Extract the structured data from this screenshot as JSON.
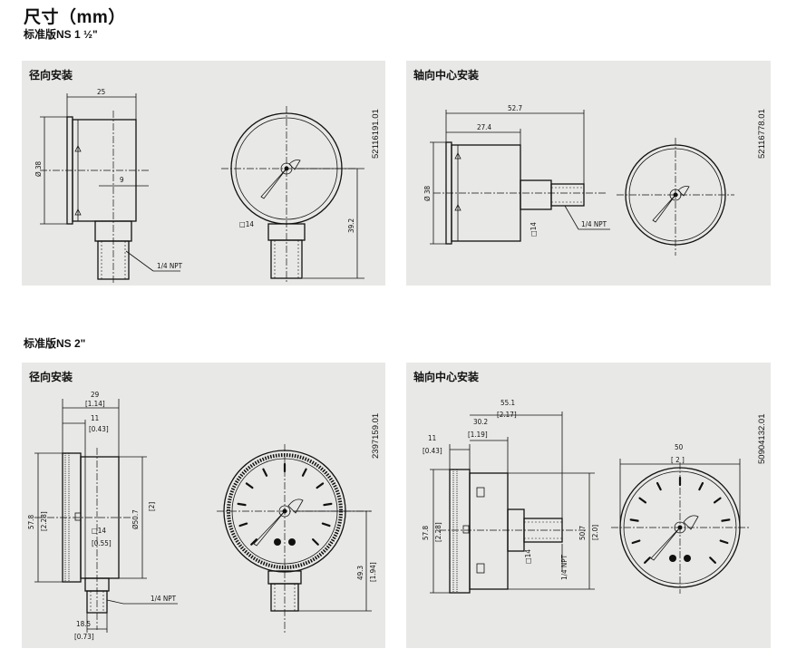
{
  "page": {
    "title": "尺寸（mm）",
    "subtitle1": "标准版NS 1 ½\"",
    "subtitle2": "标准版NS 2\""
  },
  "panels": {
    "p1": {
      "heading": "径向安装",
      "code": "52116191.01",
      "dims": {
        "width": "25",
        "dia": "Ø 38",
        "depth": "9",
        "square": "□14",
        "height": "39.2",
        "thread": "1/4 NPT"
      }
    },
    "p2": {
      "heading": "轴向中心安装",
      "code": "52116778.01",
      "dims": {
        "length": "52.7",
        "depth": "27.4",
        "dia": "Ø 38",
        "square": "□14",
        "thread": "1/4 NPT"
      }
    },
    "p3": {
      "heading": "径向安装",
      "code": "2397159.01",
      "dims": {
        "w29": "29",
        "w29in": "[1.14]",
        "w11": "11",
        "w11in": "[0.43]",
        "d578": "57.8",
        "d578in": "[2.28]",
        "d507": "Ø50.7",
        "d507in": "[2]",
        "sq14": "□14",
        "sq14in": "[0.55]",
        "h493": "49.3",
        "h493in": "[1.94]",
        "thread": "1/4 NPT",
        "w185": "18.5",
        "w185in": "[0.73]"
      }
    },
    "p4": {
      "heading": "轴向中心安装",
      "code": "50904132.01",
      "dims": {
        "w11": "11",
        "w11in": "[0.43]",
        "w302": "30.2",
        "w302in": "[1.19]",
        "w551": "55.1",
        "w551in": "[2.17]",
        "d578": "57.8",
        "d578in": "[2.28]",
        "sq14": "□14",
        "thread": "1/4 NPT",
        "d507": "50.7",
        "d507in": "[2.0]",
        "w50": "50",
        "w50in": "[ 2 ]"
      }
    }
  }
}
